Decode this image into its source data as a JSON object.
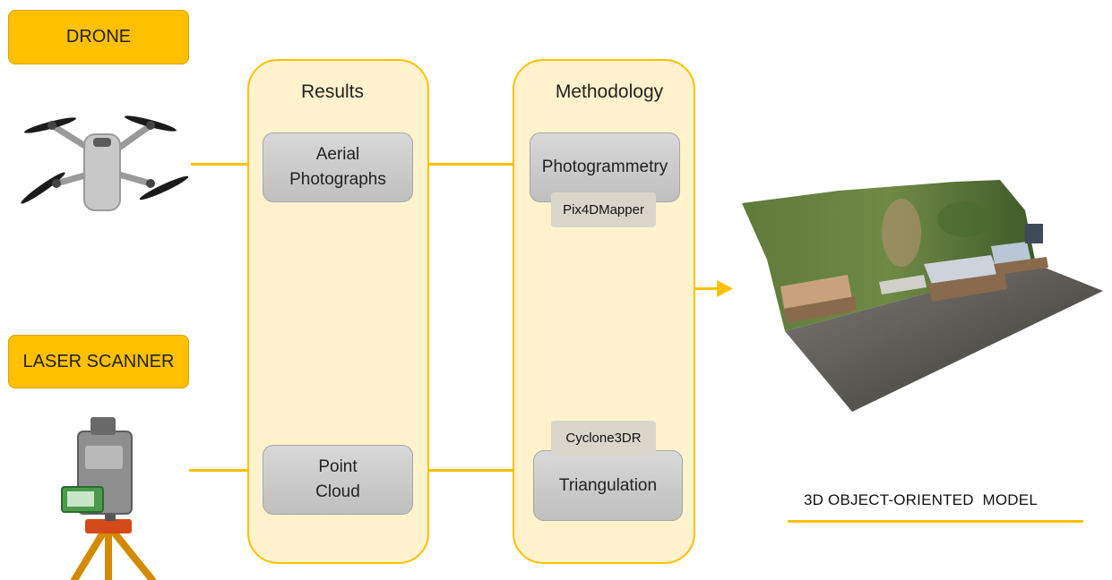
{
  "sources": {
    "drone_label": "DRONE",
    "laser_label": "LASER SCANNER"
  },
  "results": {
    "title": "Results",
    "aerial_line1": "Aerial",
    "aerial_line2": "Photographs",
    "point_line1": "Point",
    "point_line2": "Cloud"
  },
  "methodology": {
    "title": "Methodology",
    "photogrammetry": "Photogrammetry",
    "photogrammetry_tool": "Pix4DMapper",
    "triangulation": "Triangulation",
    "triangulation_tool": "Cyclone3DR"
  },
  "output": {
    "caption": "3D OBJECT-ORIENTED  MODEL"
  },
  "colors": {
    "accent": "#FFC000",
    "panel": "#FFF2CC",
    "step": "#C9C9C9"
  }
}
